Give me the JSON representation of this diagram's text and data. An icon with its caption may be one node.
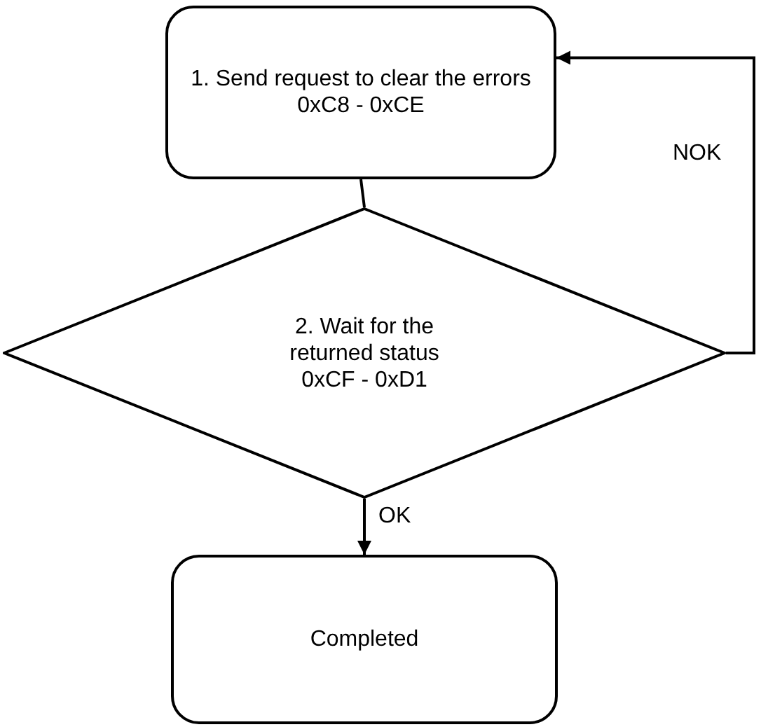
{
  "diagram": {
    "nodes": [
      {
        "text": [
          "1. Send request to clear the errors",
          "0xC8 - 0xCE"
        ]
      },
      {
        "text": [
          "2. Wait for the returned status",
          "0xCF - 0xD1"
        ]
      },
      {
        "text": [
          "Completed"
        ]
      }
    ],
    "edges": [
      {
        "from": 0,
        "to": 1,
        "arrow": "none"
      },
      {
        "from": 1,
        "to": 0,
        "arrow": "to",
        "label": "NOK"
      },
      {
        "from": 1,
        "to": 2,
        "arrow": "to",
        "label": "OK"
      }
    ]
  }
}
